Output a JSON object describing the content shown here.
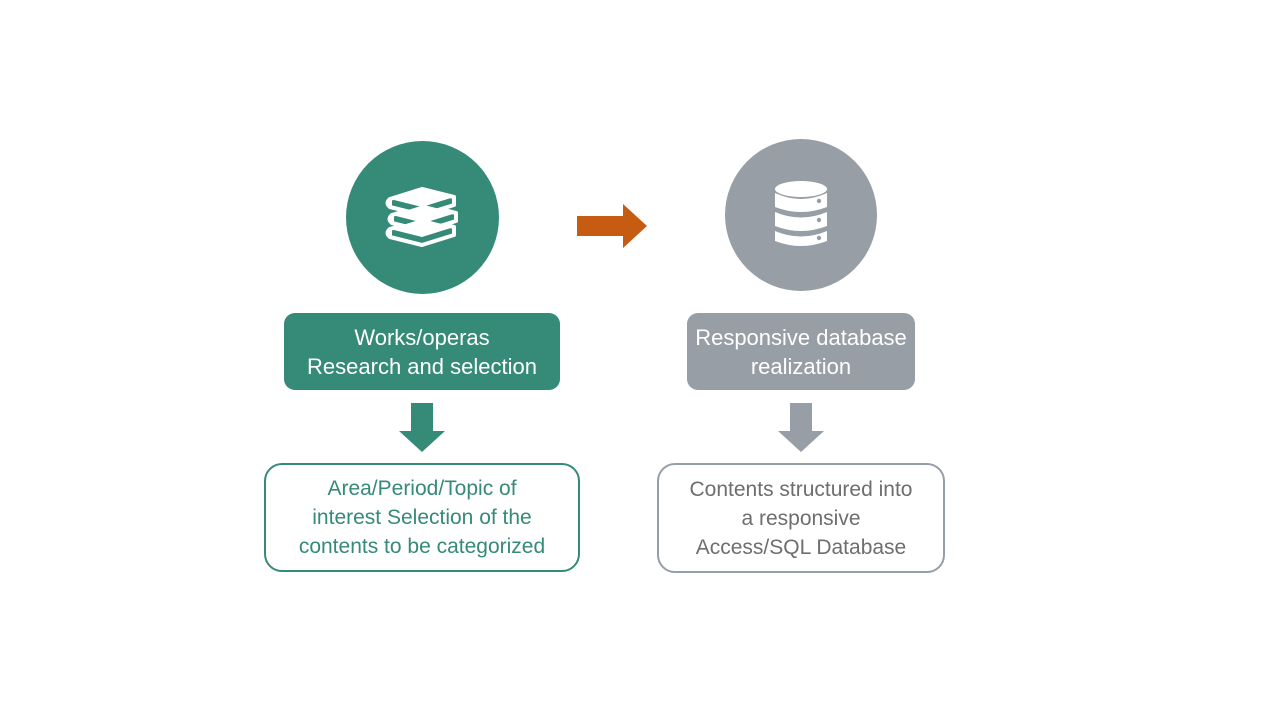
{
  "colors": {
    "teal": "#358a78",
    "gray": "#979ea6",
    "orange": "#c65b12",
    "gray_text": "#6e6e6e",
    "white": "#ffffff"
  },
  "flow": {
    "left": {
      "icon": "books-icon",
      "label_line1": "Works/operas",
      "label_line2": "Research and selection",
      "detail": "Area/Period/Topic of\ninterest Selection of the\ncontents to be categorized"
    },
    "right": {
      "icon": "database-icon",
      "label_line1": "Responsive database",
      "label_line2": "realization",
      "detail": "Contents structured into\na responsive\nAccess/SQL Database"
    }
  }
}
